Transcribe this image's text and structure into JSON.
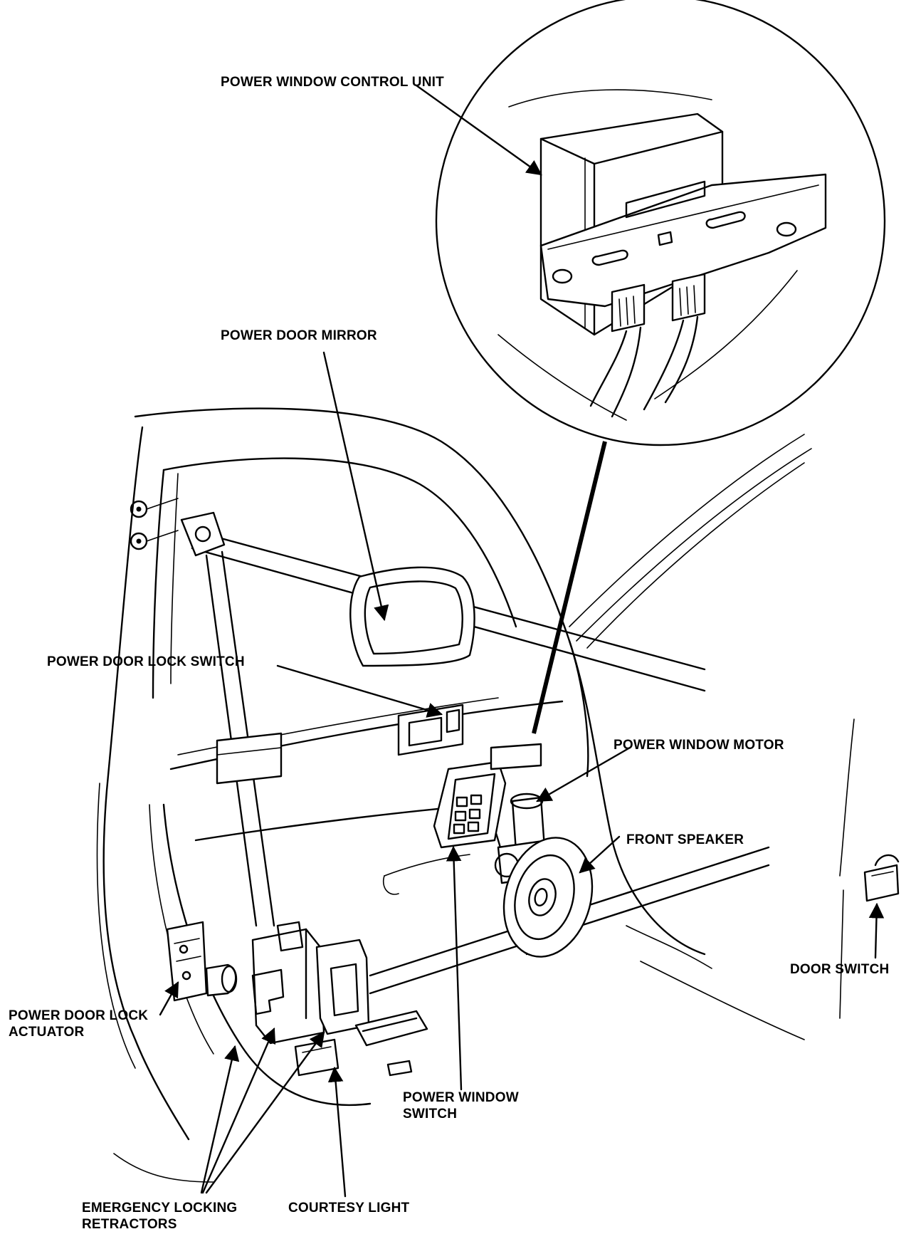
{
  "labels": {
    "control_unit": "POWER WINDOW CONTROL UNIT",
    "door_mirror": "POWER DOOR MIRROR",
    "lock_switch": "POWER DOOR LOCK SWITCH",
    "window_motor": "POWER WINDOW MOTOR",
    "front_speaker": "FRONT SPEAKER",
    "door_switch": "DOOR SWITCH",
    "lock_actuator_line1": "POWER DOOR LOCK",
    "lock_actuator_line2": "ACTUATOR",
    "window_switch_line1": "POWER WINDOW",
    "window_switch_line2": "SWITCH",
    "retractors_line1": "EMERGENCY LOCKING",
    "retractors_line2": "RETRACTORS",
    "courtesy_light": "COURTESY LIGHT"
  }
}
